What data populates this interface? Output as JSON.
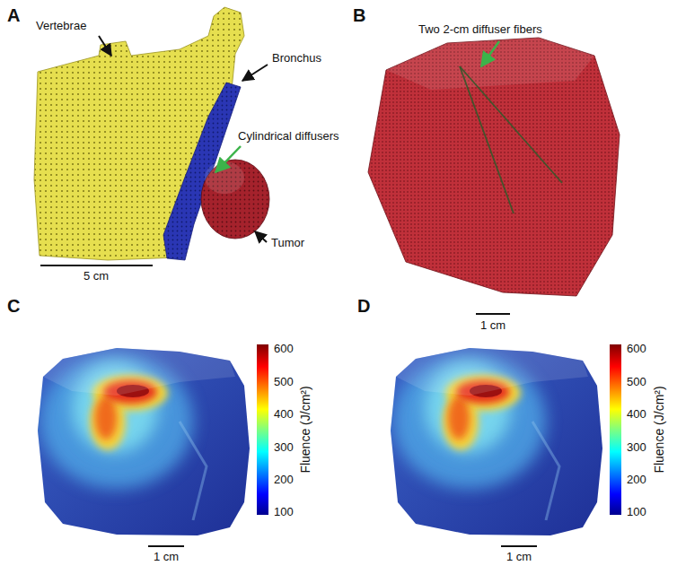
{
  "diagram": {
    "labels": [
      "A",
      "Vertebrae",
      "Bronchus",
      "Cylindrical diffusers",
      "Tumor",
      "5 cm",
      "B",
      "Two 2-cm diffuser fibers",
      "1 cm",
      "C",
      "600",
      "500",
      "400",
      "300",
      "200",
      "100",
      "Fluence (J/cm²)",
      "1 cm",
      "D",
      "600",
      "500",
      "400",
      "300",
      "200",
      "100",
      "Fluence (J/cm²)",
      "1 cm"
    ]
  }
}
